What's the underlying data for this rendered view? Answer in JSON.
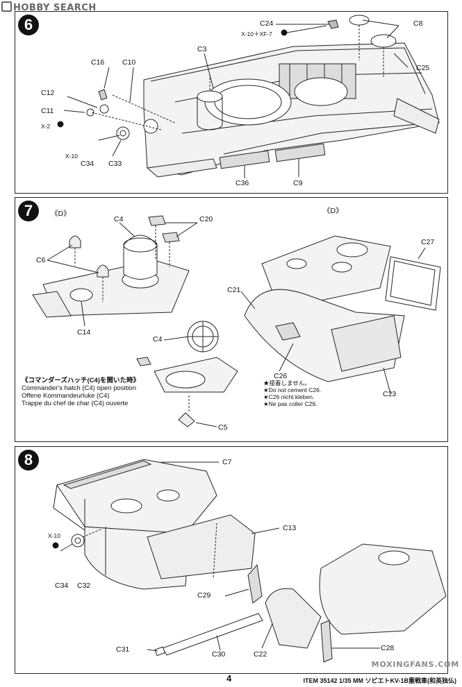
{
  "watermark_top": "HOBBY SEARCH",
  "watermark_bottom": "MOXINGFANS.COM",
  "page_number": "4",
  "item_line": "ITEM 35142  1/35 MM ソビエトKV-1B重戦車(和英独仏)",
  "step6": {
    "badge": "6",
    "labels": {
      "c24": "C24",
      "c8": "C8",
      "x10xf7": "X-10＋XF-7",
      "c16": "C16",
      "c10": "C10",
      "c3": "C3",
      "c25": "C25",
      "c12": "C12",
      "c11": "C11",
      "x2": "X-2",
      "x10": "X-10",
      "c34": "C34",
      "c33": "C33",
      "c36": "C36",
      "c9": "C9"
    }
  },
  "step7": {
    "badge": "7",
    "labels": {
      "d_left": "《D》",
      "d_right": "《D》",
      "c4_top": "C4",
      "c20": "C20",
      "c6": "C6",
      "c14": "C14",
      "c27": "C27",
      "c21": "C21",
      "c4_mid": "C4",
      "c26": "C26",
      "c23": "C23",
      "c5": "C5"
    },
    "hatch_note": [
      "《コマンダーズハッチ(C4)を開いた時》",
      "Commander's hatch (C4) open position",
      "Offene Kommandeurluke (C4)",
      "Trappe du chef de char (C4) ouverte"
    ],
    "cement_note": [
      "★接着しません。",
      "★Do not cement C26.",
      "★C26 nicht kleben.",
      "★Ne pas coller C26."
    ]
  },
  "step8": {
    "badge": "8",
    "labels": {
      "c7": "C7",
      "c13": "C13",
      "x10": "X-10",
      "c34": "C34",
      "c32": "C32",
      "c29": "C29",
      "c31": "C31",
      "c30": "C30",
      "c22": "C22",
      "c28": "C28"
    }
  }
}
